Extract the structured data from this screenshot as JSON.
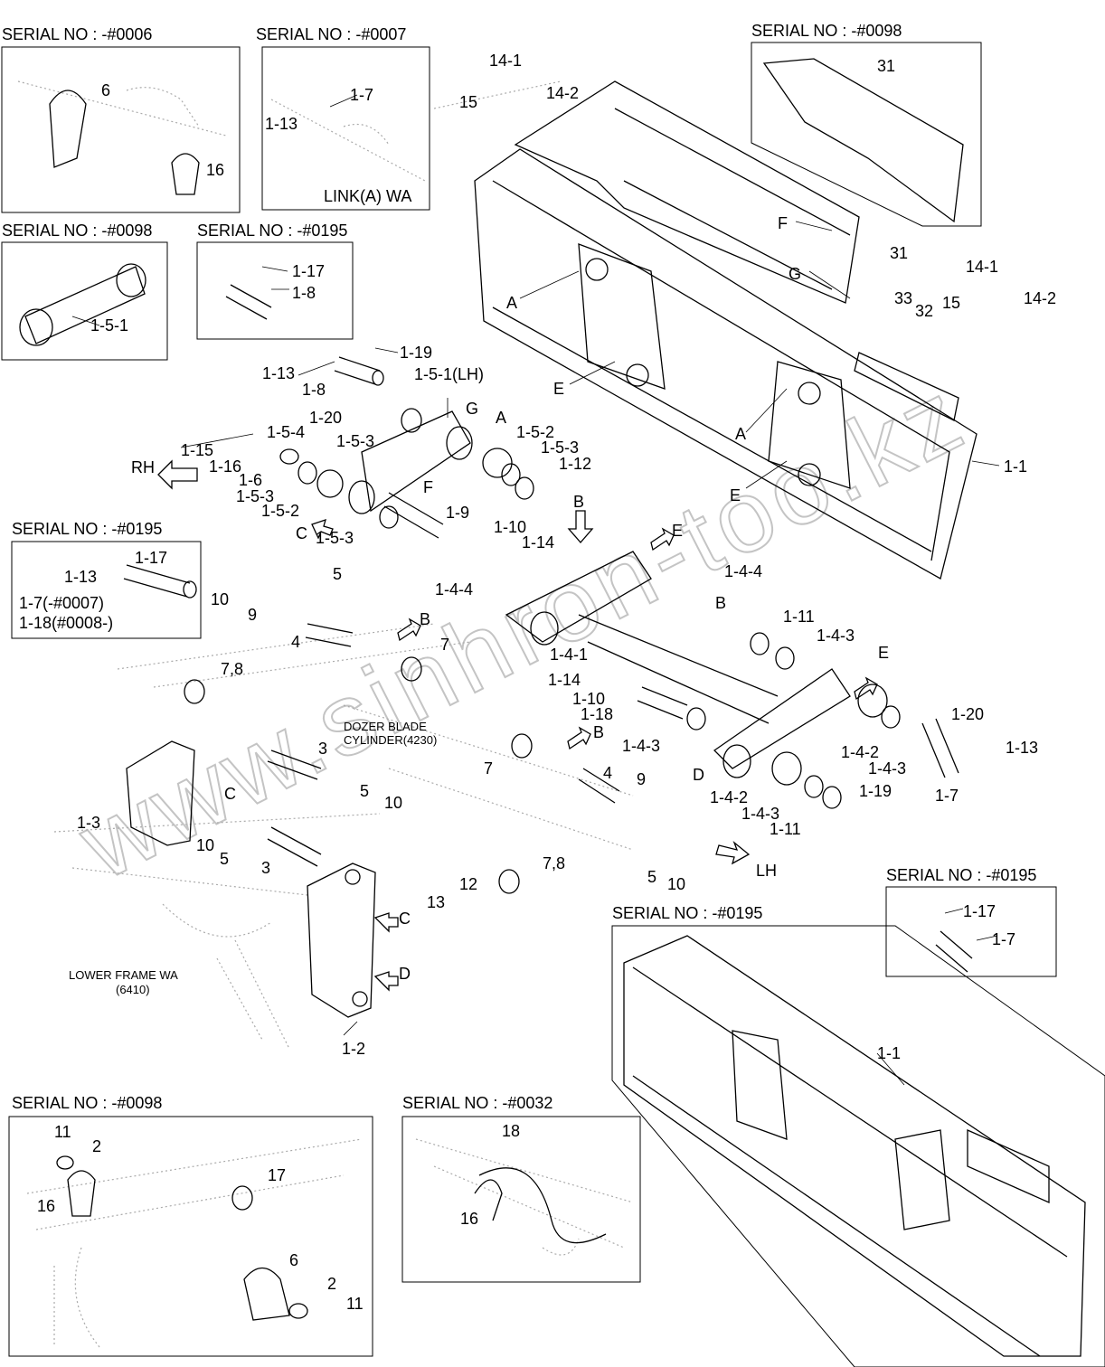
{
  "serial_titles": [
    "SERIAL NO : -#0006",
    "SERIAL NO : -#0007",
    "SERIAL NO : -#0098",
    "SERIAL NO : -#0098",
    "SERIAL NO : -#0195",
    "SERIAL NO : -#0195",
    "SERIAL NO : -#0195",
    "SERIAL NO : -#0195",
    "SERIAL NO : -#0098",
    "SERIAL NO : -#0032"
  ],
  "part_labels": [
    "6",
    "16",
    "1-7",
    "1-13",
    "LINK(A) WA",
    "14-1",
    "14-2",
    "15",
    "31",
    "F",
    "31",
    "G",
    "33",
    "32",
    "15",
    "14-1",
    "14-2",
    "A",
    "E",
    "A",
    "E",
    "1-1",
    "1-5-1",
    "1-17",
    "1-8",
    "1-13",
    "1-19",
    "1-8",
    "1-5-1(LH)",
    "G",
    "1-20",
    "A",
    "1-5-3",
    "1-5-4",
    "1-15",
    "1-5-2",
    "1-5-3",
    "1-12",
    "1-16",
    "1-6",
    "F",
    "1-5-3",
    "1-5-2",
    "RH",
    "C",
    "1-5-3",
    "1-9",
    "B",
    "E",
    "1-10",
    "1-14",
    "1-17",
    "1-13",
    "1-7(-#0007)",
    "1-18(#0008-)",
    "5",
    "10",
    "1-4-4",
    "1-4-4",
    "9",
    "B",
    "4",
    "7",
    "B",
    "1-11",
    "1-4-3",
    "7,8",
    "1-4-1",
    "1-14",
    "E",
    "1-10",
    "1-18",
    "1-20",
    "B",
    "3",
    "1-4-3",
    "1-4-2",
    "1-13",
    "7",
    "D",
    "1-4-3",
    "4",
    "9",
    "C",
    "5",
    "10",
    "1-3",
    "1-4-2",
    "1-19",
    "1-7",
    "1-4-3",
    "1-11",
    "10",
    "5",
    "3",
    "12",
    "7,8",
    "5",
    "10",
    "LH",
    "13",
    "1-17",
    "1-7",
    "C",
    "D",
    "1-2",
    "1-1",
    "11",
    "2",
    "16",
    "17",
    "18",
    "16",
    "6",
    "2",
    "11"
  ],
  "notes": [
    "DOZER BLADE",
    "CYLINDER(4230)",
    "LOWER FRAME WA",
    "(6410)"
  ],
  "watermark": "www.sinhron-too.kz",
  "colors": {
    "line": "#000000",
    "ghost": "#b0b0b0",
    "watermark": "#c8c8c8"
  }
}
